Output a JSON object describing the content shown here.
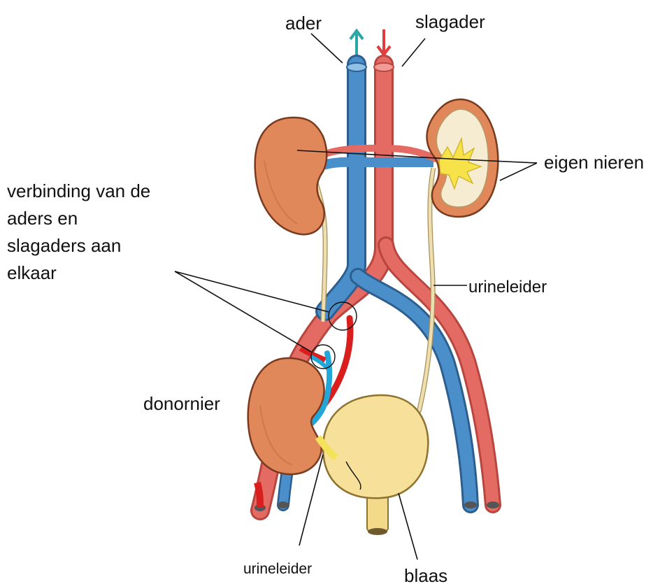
{
  "labels": {
    "ader": "ader",
    "slagader": "slagader",
    "eigen_nieren": "eigen nieren",
    "verbinding_1": "verbinding van de",
    "verbinding_2": "aders en",
    "verbinding_3": "slagaders aan",
    "verbinding_4": "elkaar",
    "urineleider_right": "urineleider",
    "donornier": "donornier",
    "urineleider_bottom": "urineleider",
    "blaas": "blaas"
  },
  "colors": {
    "vein": "#3f86c0",
    "artery": "#dd5a55",
    "kidney": "#e0885a",
    "bladder": "#f6e09a",
    "ureter": "#eedfb0",
    "arrow_up": "#2aa6a6",
    "arrow_down": "#e23b3b",
    "graft_artery": "#d91e1e",
    "graft_vein": "#22a7d9"
  }
}
